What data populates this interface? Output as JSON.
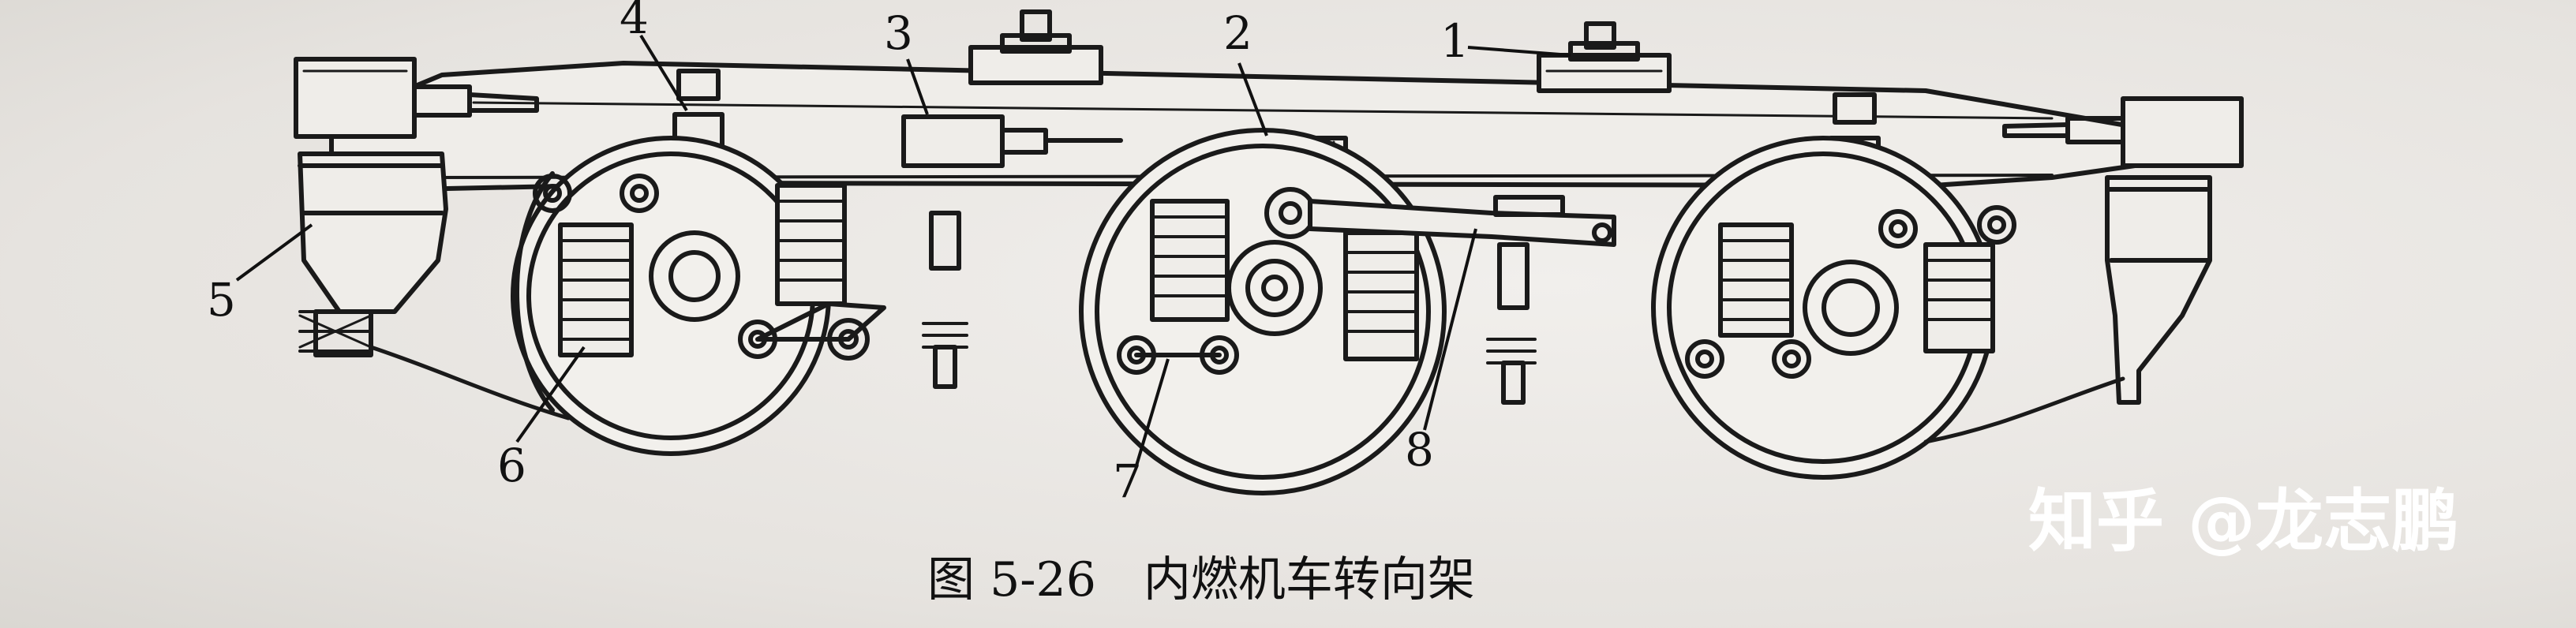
{
  "caption": "图 5-26　内燃机车转向架",
  "callouts": [
    {
      "id": "1",
      "text": "1"
    },
    {
      "id": "2",
      "text": "2"
    },
    {
      "id": "3",
      "text": "3"
    },
    {
      "id": "4",
      "text": "4"
    },
    {
      "id": "5",
      "text": "5"
    },
    {
      "id": "6",
      "text": "6"
    },
    {
      "id": "7",
      "text": "7"
    },
    {
      "id": "8",
      "text": "8"
    }
  ],
  "watermark": "知乎 @龙志鹏",
  "colors": {
    "ink": "#1a1a1a",
    "paper": "#e9e7e4",
    "watermark": "#ffffff"
  }
}
